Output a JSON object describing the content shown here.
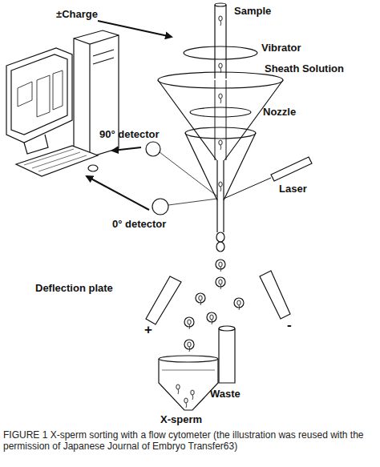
{
  "diagram": {
    "caption": "FIGURE 1 X-sperm sorting with a flow cytometer (the illustration was reused with the permission of Japanese Journal of Embryo Transfer63)",
    "labels": [
      "±Charge",
      "Sample",
      "Vibrator",
      "Sheath Solution",
      "Nozzle",
      "90° detector",
      "Laser",
      "0° detector",
      "Deflection plate",
      "+",
      "-",
      "Waste",
      "X-sperm"
    ]
  }
}
